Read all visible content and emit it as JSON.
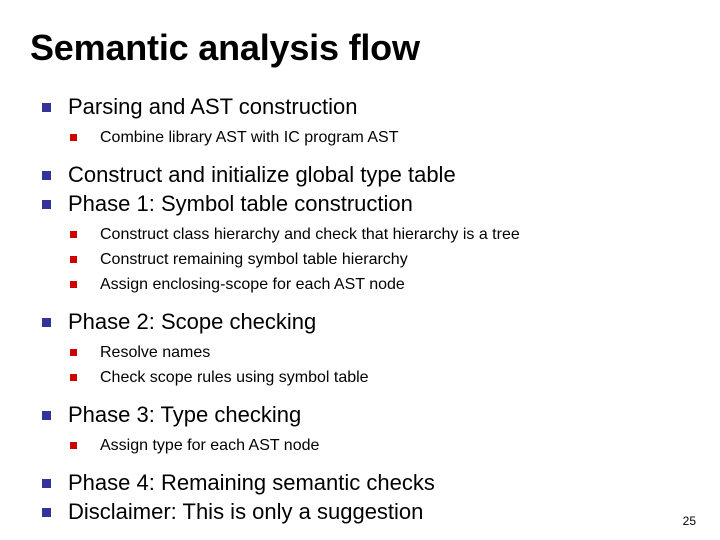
{
  "slide": {
    "title": "Semantic analysis flow",
    "page_number": "25",
    "colors": {
      "background": "#ffffff",
      "text": "#000000",
      "level1_bullet": "#333399",
      "level2_bullet": "#CC0000"
    },
    "bullets": [
      {
        "level": 1,
        "text": "Parsing and AST construction",
        "gap_before": "none"
      },
      {
        "level": 2,
        "text": "Combine library AST with IC program AST",
        "gap_before": "sm"
      },
      {
        "level": 1,
        "text": "Construct and initialize global type table",
        "gap_before": "md"
      },
      {
        "level": 1,
        "text": "Phase 1: Symbol table construction",
        "gap_before": "none"
      },
      {
        "level": 2,
        "text": "Construct class hierarchy and check that hierarchy is a tree",
        "gap_before": "sm"
      },
      {
        "level": 2,
        "text": "Construct remaining symbol table hierarchy",
        "gap_before": "none"
      },
      {
        "level": 2,
        "text": "Assign enclosing-scope for each AST node",
        "gap_before": "none"
      },
      {
        "level": 1,
        "text": "Phase 2: Scope checking",
        "gap_before": "md"
      },
      {
        "level": 2,
        "text": "Resolve names",
        "gap_before": "sm"
      },
      {
        "level": 2,
        "text": "Check scope rules using symbol table",
        "gap_before": "none"
      },
      {
        "level": 1,
        "text": "Phase 3: Type checking",
        "gap_before": "md"
      },
      {
        "level": 2,
        "text": "Assign type for each AST node",
        "gap_before": "sm"
      },
      {
        "level": 1,
        "text": "Phase 4: Remaining semantic checks",
        "gap_before": "md"
      },
      {
        "level": 1,
        "text": "Disclaimer: This is only a suggestion",
        "gap_before": "none"
      }
    ]
  }
}
